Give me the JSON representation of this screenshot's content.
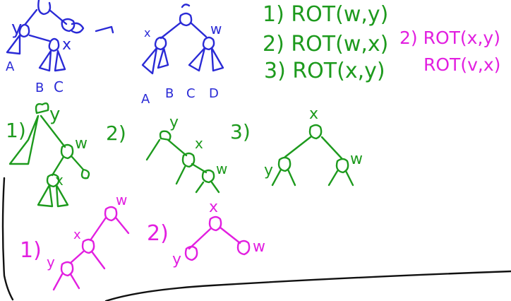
{
  "colors": {
    "blue": "#2a2ad6",
    "green": "#1d9a1d",
    "magenta": "#e21fe0",
    "black": "#111111"
  },
  "labels": {
    "y": "y",
    "x": "x",
    "w": "w",
    "v": "v",
    "A": "A",
    "B": "B",
    "C": "C",
    "D": "D"
  },
  "steps_green": {
    "s1": "1) ROT(w,y)",
    "s2": "2) ROT(w,x)",
    "s3": "3) ROT(x,y)"
  },
  "steps_magenta": {
    "s2a": "2) ROT(x,y)",
    "s2b": "ROT(v,x)"
  },
  "stage_labels": {
    "g1": "1)",
    "g2": "2)",
    "g3": "3)",
    "m1": "1)",
    "m2": "2)"
  }
}
